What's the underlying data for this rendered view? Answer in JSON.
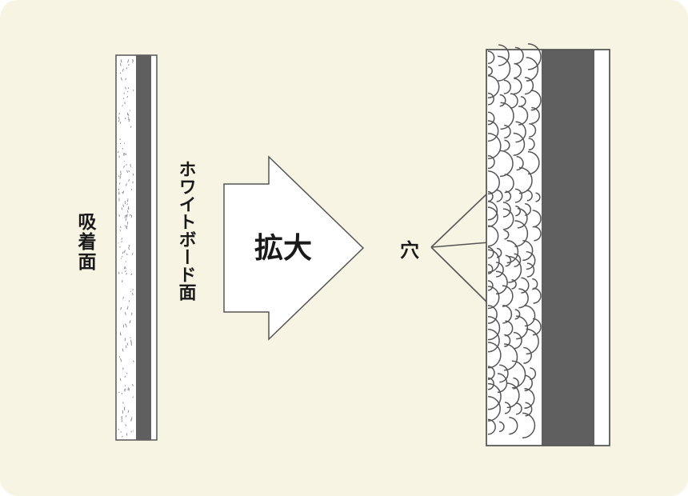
{
  "labels": {
    "adsorption_surface": "吸着面",
    "whiteboard_surface": "ホワイトボード面",
    "magnify": "拡大",
    "holes": "穴"
  },
  "colors": {
    "background": "#f8f4e3",
    "core": "#5f5f5f",
    "outline": "#555555",
    "arrow_fill": "#ffffff"
  }
}
